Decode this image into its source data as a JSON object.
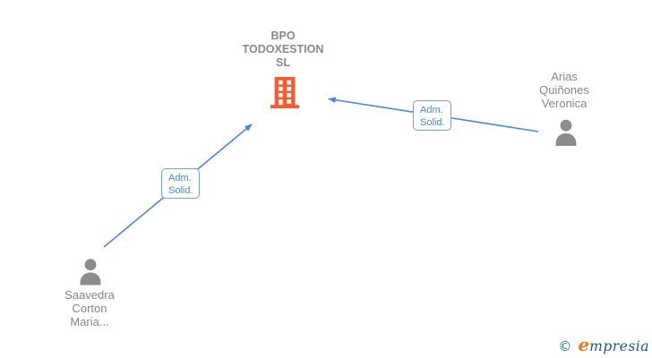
{
  "colors": {
    "arrow_blue": "#4a86e8",
    "label_border_blue": "#6aa2f7",
    "label_text_blue": "#4a86e8",
    "company_text_gray": "#8a8a8a",
    "person_text_gray": "#878787",
    "person_icon_gray": "#8c8c8c",
    "building_orange": "#fa5a2e",
    "logo_copyright_teal": "#27768e",
    "logo_initial_orange": "#ef7d1d",
    "logo_text_dark_teal": "#175e78"
  },
  "nodes": {
    "company": {
      "type": "company",
      "icon": "building-icon",
      "lines": [
        "BPO",
        "TODOXESTION",
        "SL"
      ]
    },
    "person_right": {
      "type": "person",
      "icon": "person-icon",
      "lines": [
        "Arias",
        "Quiñones",
        "Veronica"
      ]
    },
    "person_left": {
      "type": "person",
      "icon": "person-icon",
      "lines": [
        "Saavedra",
        "Corton",
        "Maria..."
      ]
    }
  },
  "edges": [
    {
      "from": "person_left",
      "to": "company",
      "label_lines": [
        "Adm.",
        "Solid."
      ]
    },
    {
      "from": "person_right",
      "to": "company",
      "label_lines": [
        "Adm.",
        "Solid."
      ]
    }
  ],
  "footer": {
    "copyright_symbol": "©",
    "brand_initial": "e",
    "brand_rest": "mpresia"
  }
}
